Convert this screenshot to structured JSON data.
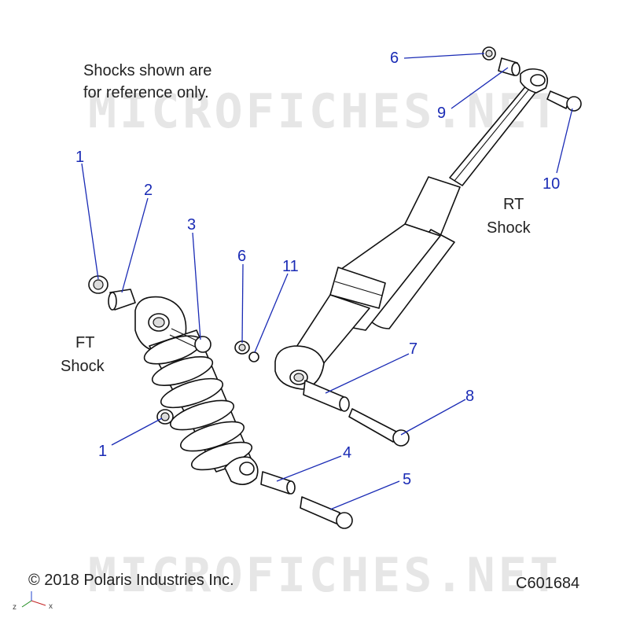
{
  "notes": {
    "line1": "Shocks shown are",
    "line2": "for reference only.",
    "ft_line1": "FT",
    "ft_line2": "Shock",
    "rt_line1": "RT",
    "rt_line2": "Shock"
  },
  "callouts": [
    {
      "id": "c1a",
      "label": "1"
    },
    {
      "id": "c2",
      "label": "2"
    },
    {
      "id": "c3",
      "label": "3"
    },
    {
      "id": "c6a",
      "label": "6"
    },
    {
      "id": "c11",
      "label": "11"
    },
    {
      "id": "c1b",
      "label": "1"
    },
    {
      "id": "c4",
      "label": "4"
    },
    {
      "id": "c5",
      "label": "5"
    },
    {
      "id": "c7",
      "label": "7"
    },
    {
      "id": "c8",
      "label": "8"
    },
    {
      "id": "c6b",
      "label": "6"
    },
    {
      "id": "c9",
      "label": "9"
    },
    {
      "id": "c10",
      "label": "10"
    }
  ],
  "watermark": "MICROFICHES.NET",
  "footer": {
    "copyright": "© 2018 Polaris Industries Inc.",
    "code": "C601684"
  },
  "axes": {
    "z": "z",
    "x": "x"
  }
}
